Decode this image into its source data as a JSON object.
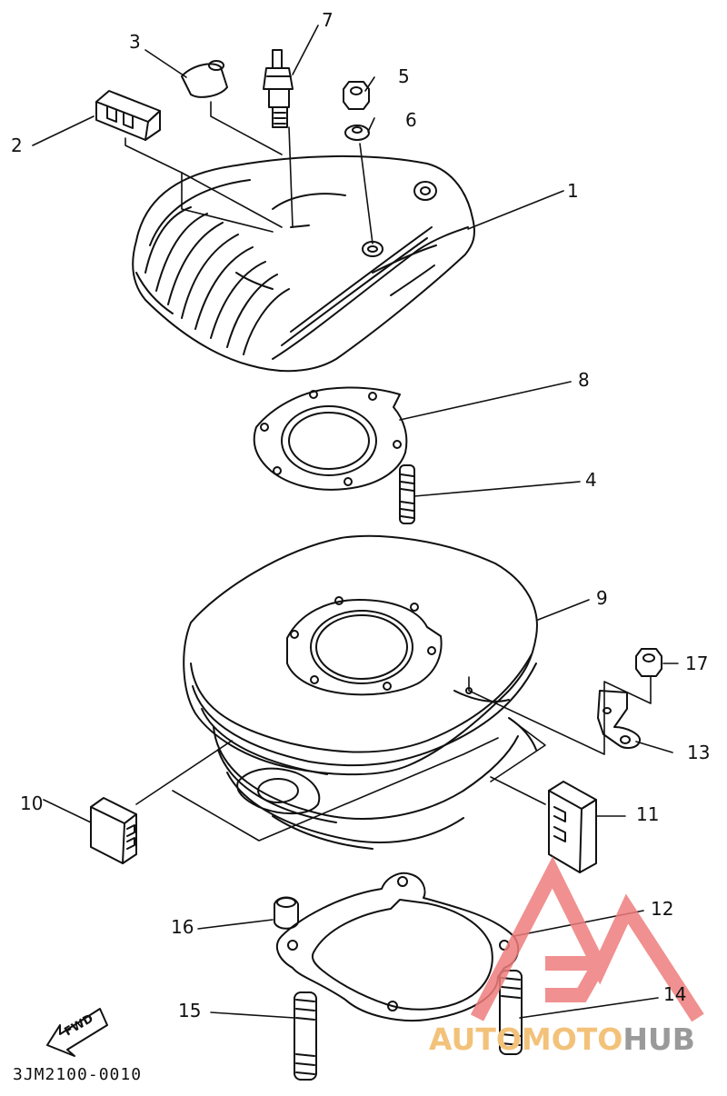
{
  "callouts": [
    {
      "n": "1"
    },
    {
      "n": "2"
    },
    {
      "n": "3"
    },
    {
      "n": "4"
    },
    {
      "n": "5"
    },
    {
      "n": "6"
    },
    {
      "n": "7"
    },
    {
      "n": "8"
    },
    {
      "n": "9"
    },
    {
      "n": "10"
    },
    {
      "n": "11"
    },
    {
      "n": "12"
    },
    {
      "n": "13"
    },
    {
      "n": "14"
    },
    {
      "n": "15"
    },
    {
      "n": "16"
    },
    {
      "n": "17"
    }
  ],
  "fwd_label": "FWD",
  "diagram_code": "3JM2100-0010",
  "watermark": {
    "part1": "AUTOMOTO",
    "part2": "HUB",
    "logo_color": "#ef7d7d"
  }
}
